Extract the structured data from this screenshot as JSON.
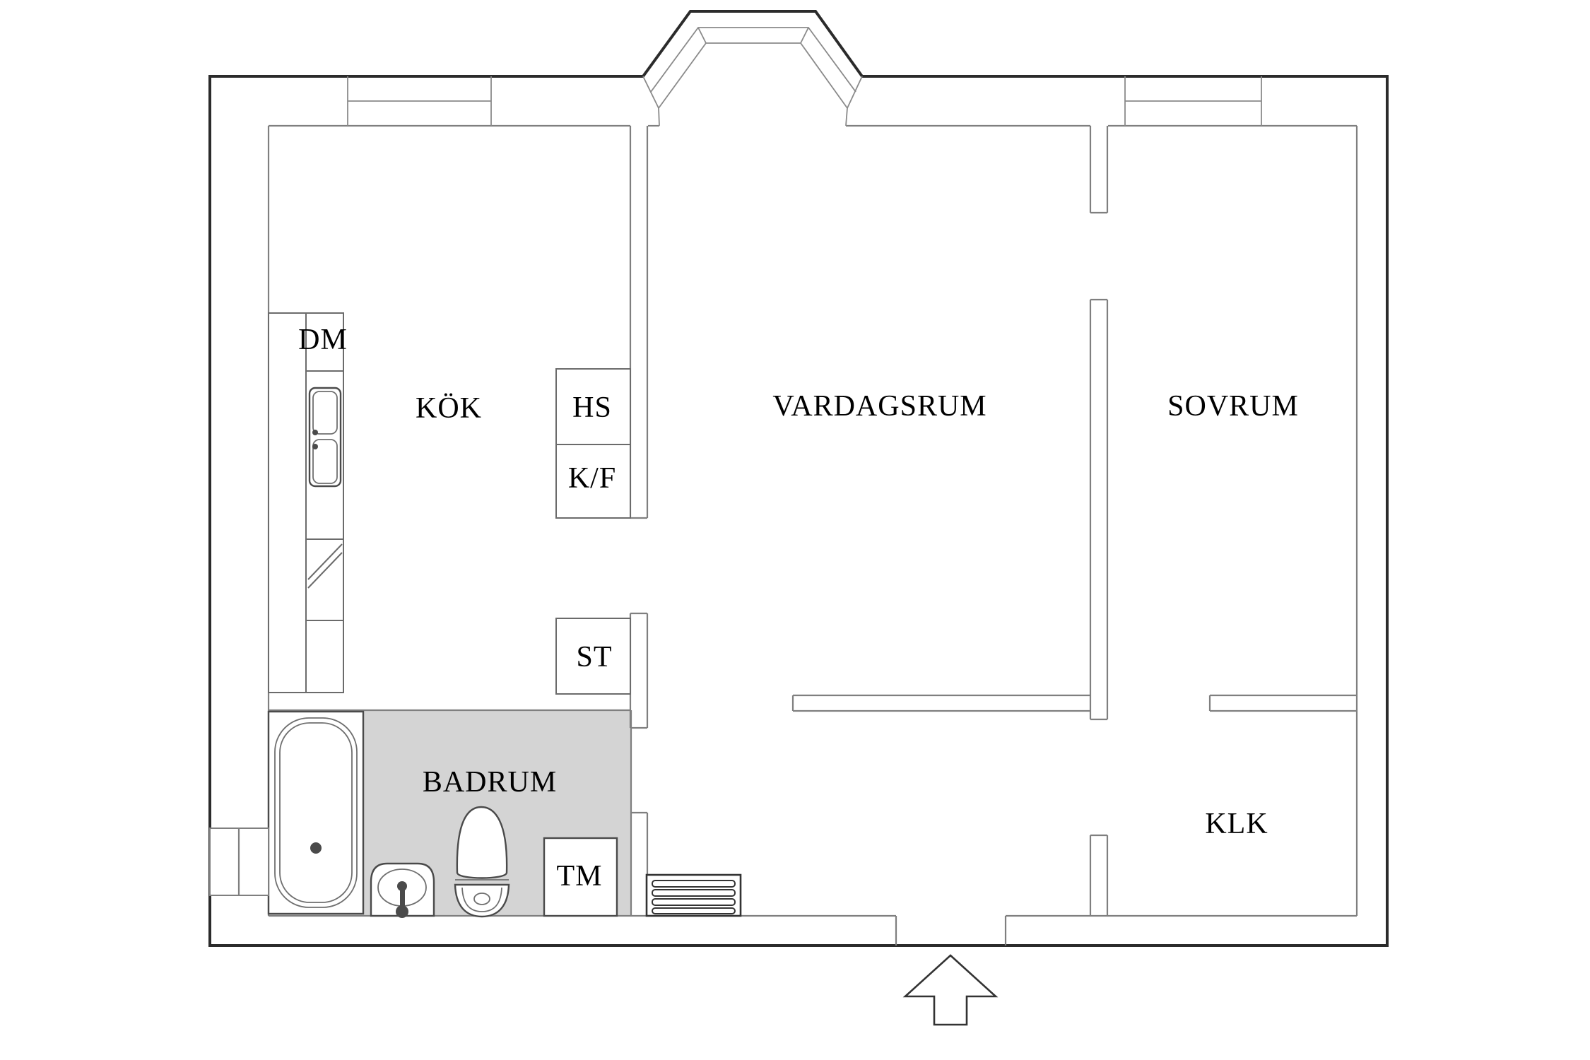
{
  "document": {
    "type": "apartment floor plan",
    "language": "Swedish",
    "background": "#ffffff"
  },
  "colors": {
    "outer_wall": "#2b2b2b",
    "inner_wall": "#7f7f7f",
    "fixture_line": "#4a4a4a",
    "bathroom_fill": "#d4d4d4",
    "label_color": "#000000"
  },
  "rooms": {
    "kitchen": {
      "label": "KÖK"
    },
    "living_room": {
      "label": "VARDAGSRUM"
    },
    "bedroom": {
      "label": "SOVRUM"
    },
    "bathroom": {
      "label": "BADRUM"
    },
    "walk_in_closet": {
      "label": "KLK"
    }
  },
  "appliances": {
    "dishwasher": {
      "label": "DM"
    },
    "tall_cabinet": {
      "label": "HS"
    },
    "fridge_freezer": {
      "label": "K/F"
    },
    "cleaning_closet": {
      "label": "ST"
    },
    "washing_machine": {
      "label": "TM"
    }
  },
  "features": {
    "bay_window": "trapezoid bay window with three window panes, top center",
    "windows": [
      "kitchen window top wall",
      "bedroom window top wall"
    ],
    "entrance": "door opening in bottom wall with arrow pointing up (in)",
    "fixtures": [
      "bathtub",
      "wash basin",
      "toilet",
      "radiator",
      "kitchen double sink"
    ]
  }
}
